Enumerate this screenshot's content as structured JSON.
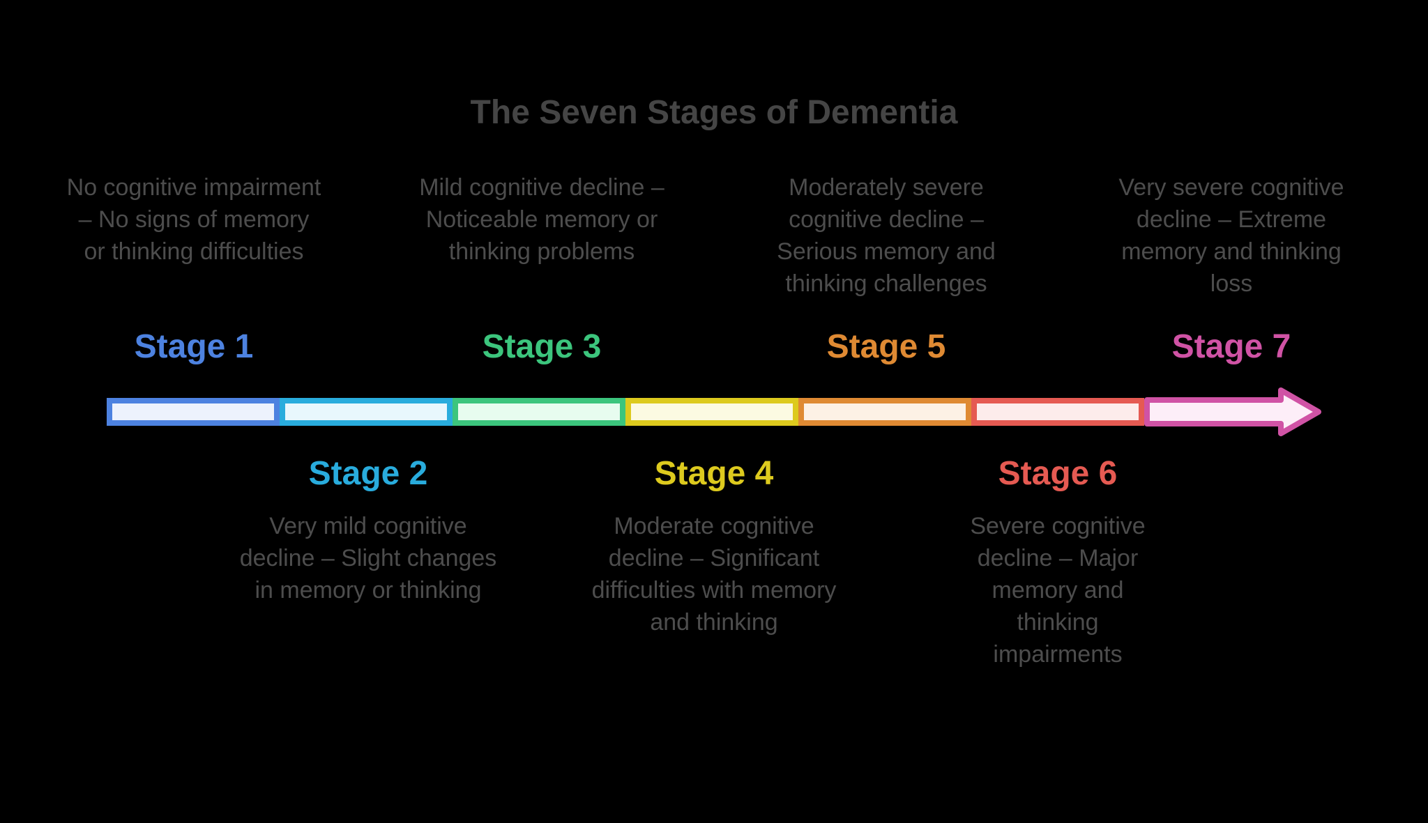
{
  "title": "The Seven Stages of Dementia",
  "colors": {
    "title": "#454545",
    "description": "#4d4d4d",
    "background": "#000000"
  },
  "stages": [
    {
      "label": "Stage 1",
      "description": "No cognitive impairment – No signs of memory or thinking difficulties",
      "position": "top",
      "color": "#4d82e0",
      "fill": "#edf2fd"
    },
    {
      "label": "Stage 2",
      "description": "Very mild cognitive decline – Slight changes in memory or thinking",
      "position": "bottom",
      "color": "#29acdd",
      "fill": "#e8f7fd"
    },
    {
      "label": "Stage 3",
      "description": "Mild cognitive decline – Noticeable memory or thinking problems",
      "position": "top",
      "color": "#3cc57d",
      "fill": "#e7fcef"
    },
    {
      "label": "Stage 4",
      "description": "Moderate cognitive decline – Significant difficulties with memory and thinking",
      "position": "bottom",
      "color": "#ddca1e",
      "fill": "#fcfae2"
    },
    {
      "label": "Stage 5",
      "description": "Moderately severe cognitive decline – Serious memory and thinking challenges",
      "position": "top",
      "color": "#df8a33",
      "fill": "#fdf1e5"
    },
    {
      "label": "Stage 6",
      "description": "Severe cognitive decline – Major memory and thinking impairments",
      "position": "bottom",
      "color": "#e55a52",
      "fill": "#fdeceb"
    },
    {
      "label": "Stage 7",
      "description": "Very severe cognitive decline – Extreme memory and thinking loss",
      "position": "top",
      "color": "#d053a5",
      "fill": "#fdeef8"
    }
  ],
  "arrow": {
    "direction": "right",
    "segment_count": 7
  }
}
